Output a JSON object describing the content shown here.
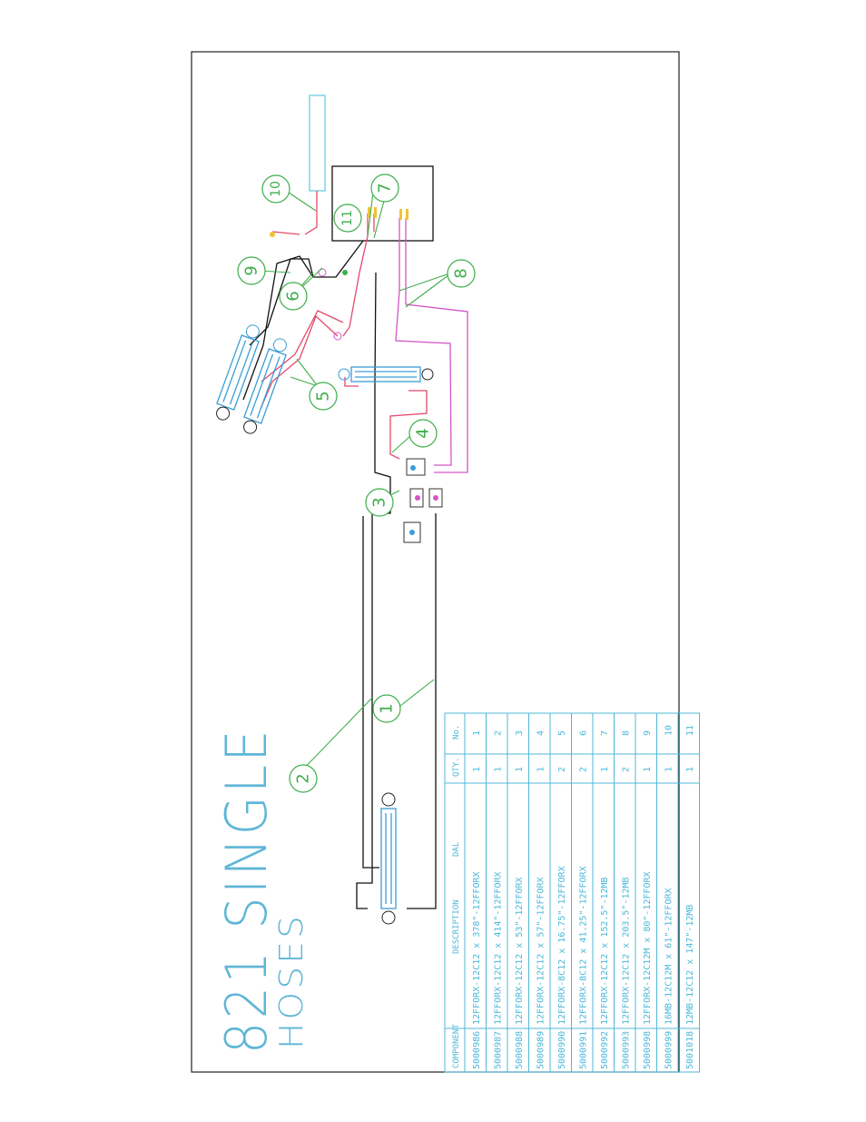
{
  "title": {
    "main": "821 SINGLE",
    "sub": "HOSES"
  },
  "balloons": [
    "1",
    "2",
    "3",
    "4",
    "5",
    "6",
    "7",
    "8",
    "9",
    "10",
    "11"
  ],
  "bom": {
    "headers": {
      "component": "COMPONENT",
      "description": "DESCRIPTION",
      "dal": "DAL",
      "qty": "QTY.",
      "no": "No."
    },
    "rows": [
      {
        "component": "5000986",
        "description": "12FFORX-12C12 x 378\"-12FFORX",
        "qty": "1",
        "no": "1"
      },
      {
        "component": "5000987",
        "description": "12FFORX-12C12 x 414\"-12FFORX",
        "qty": "1",
        "no": "2"
      },
      {
        "component": "5000988",
        "description": "12FFORX-12C12 x 53\"-12FFORX",
        "qty": "1",
        "no": "3"
      },
      {
        "component": "5000989",
        "description": "12FFORX-12C12 x 57\"-12FFORX",
        "qty": "1",
        "no": "4"
      },
      {
        "component": "5000990",
        "description": "12FFORX-8C12 x 16.75\"-12FFORX",
        "qty": "2",
        "no": "5"
      },
      {
        "component": "5000991",
        "description": "12FFORX-8C12 x 41.25\"-12FFORX",
        "qty": "2",
        "no": "6"
      },
      {
        "component": "5000992",
        "description": "12FFORX-12C12 x 152.5\"-12MB",
        "qty": "1",
        "no": "7"
      },
      {
        "component": "5000993",
        "description": "12FFORX-12C12 x 203.5\"-12MB",
        "qty": "2",
        "no": "8"
      },
      {
        "component": "5000998",
        "description": "12FFORX-12C12M x 80\"-12FFORX",
        "qty": "1",
        "no": "9"
      },
      {
        "component": "5000999",
        "description": "16MB-12C12M x 61\"-12FFORX",
        "qty": "1",
        "no": "10"
      },
      {
        "component": "5001018",
        "description": "12MB-12C12 x 147\"-12MB",
        "qty": "1",
        "no": "11"
      }
    ]
  },
  "colors": {
    "table": "#4fb8d8",
    "balloon": "#3fae4a",
    "hose_red": "#e24a6b",
    "hose_magenta": "#d256c8",
    "hose_black": "#111111",
    "cylinder": "#3a9ed6",
    "frame": "#222222"
  }
}
